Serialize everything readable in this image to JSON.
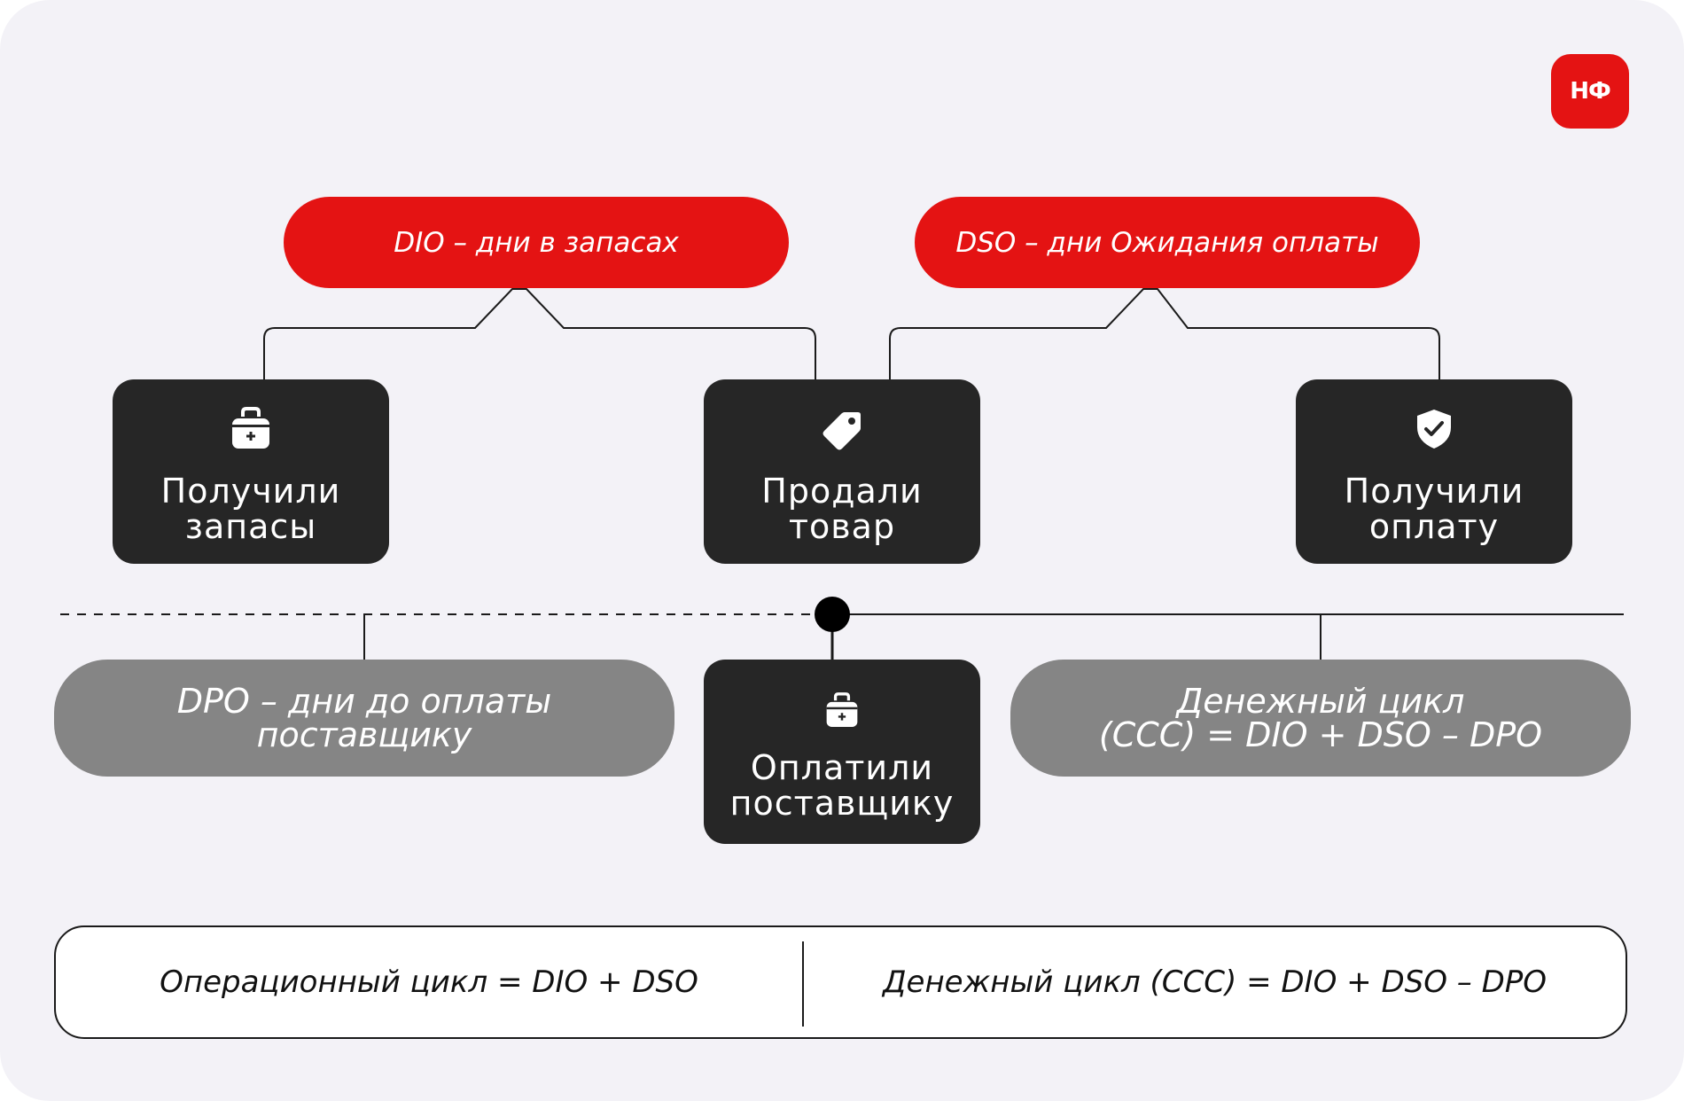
{
  "brand": {
    "logo_text": "НФ",
    "accent_color": "#e41313",
    "dark_color": "#262626",
    "grey_color": "#858585"
  },
  "metrics": {
    "dio": {
      "label": "DIO – дни в запасах"
    },
    "dso": {
      "label": "DSO – дни Ожидания оплаты"
    },
    "dpo": {
      "label_lines": [
        "DPO – дни до оплаты",
        "поставщику"
      ]
    },
    "ccc": {
      "label_lines": [
        "Денежный цикл",
        "(CCC) = DIO + DSO – DPO"
      ]
    }
  },
  "events": {
    "received_stock": {
      "label_lines": [
        "Получили",
        "запасы"
      ],
      "icon": "medkit-icon"
    },
    "sold_goods": {
      "label_lines": [
        "Продали",
        "товар"
      ],
      "icon": "tag-icon"
    },
    "received_payment": {
      "label_lines": [
        "Получили",
        "оплату"
      ],
      "icon": "shield-check-icon"
    },
    "paid_supplier": {
      "label_lines": [
        "Оплатили",
        "поставщику"
      ],
      "icon": "medkit-icon"
    }
  },
  "summary": {
    "operating_cycle": "Операционный цикл = DIO + DSO",
    "cash_cycle": "Денежный цикл (CCC) = DIO + DSO – DPO"
  }
}
